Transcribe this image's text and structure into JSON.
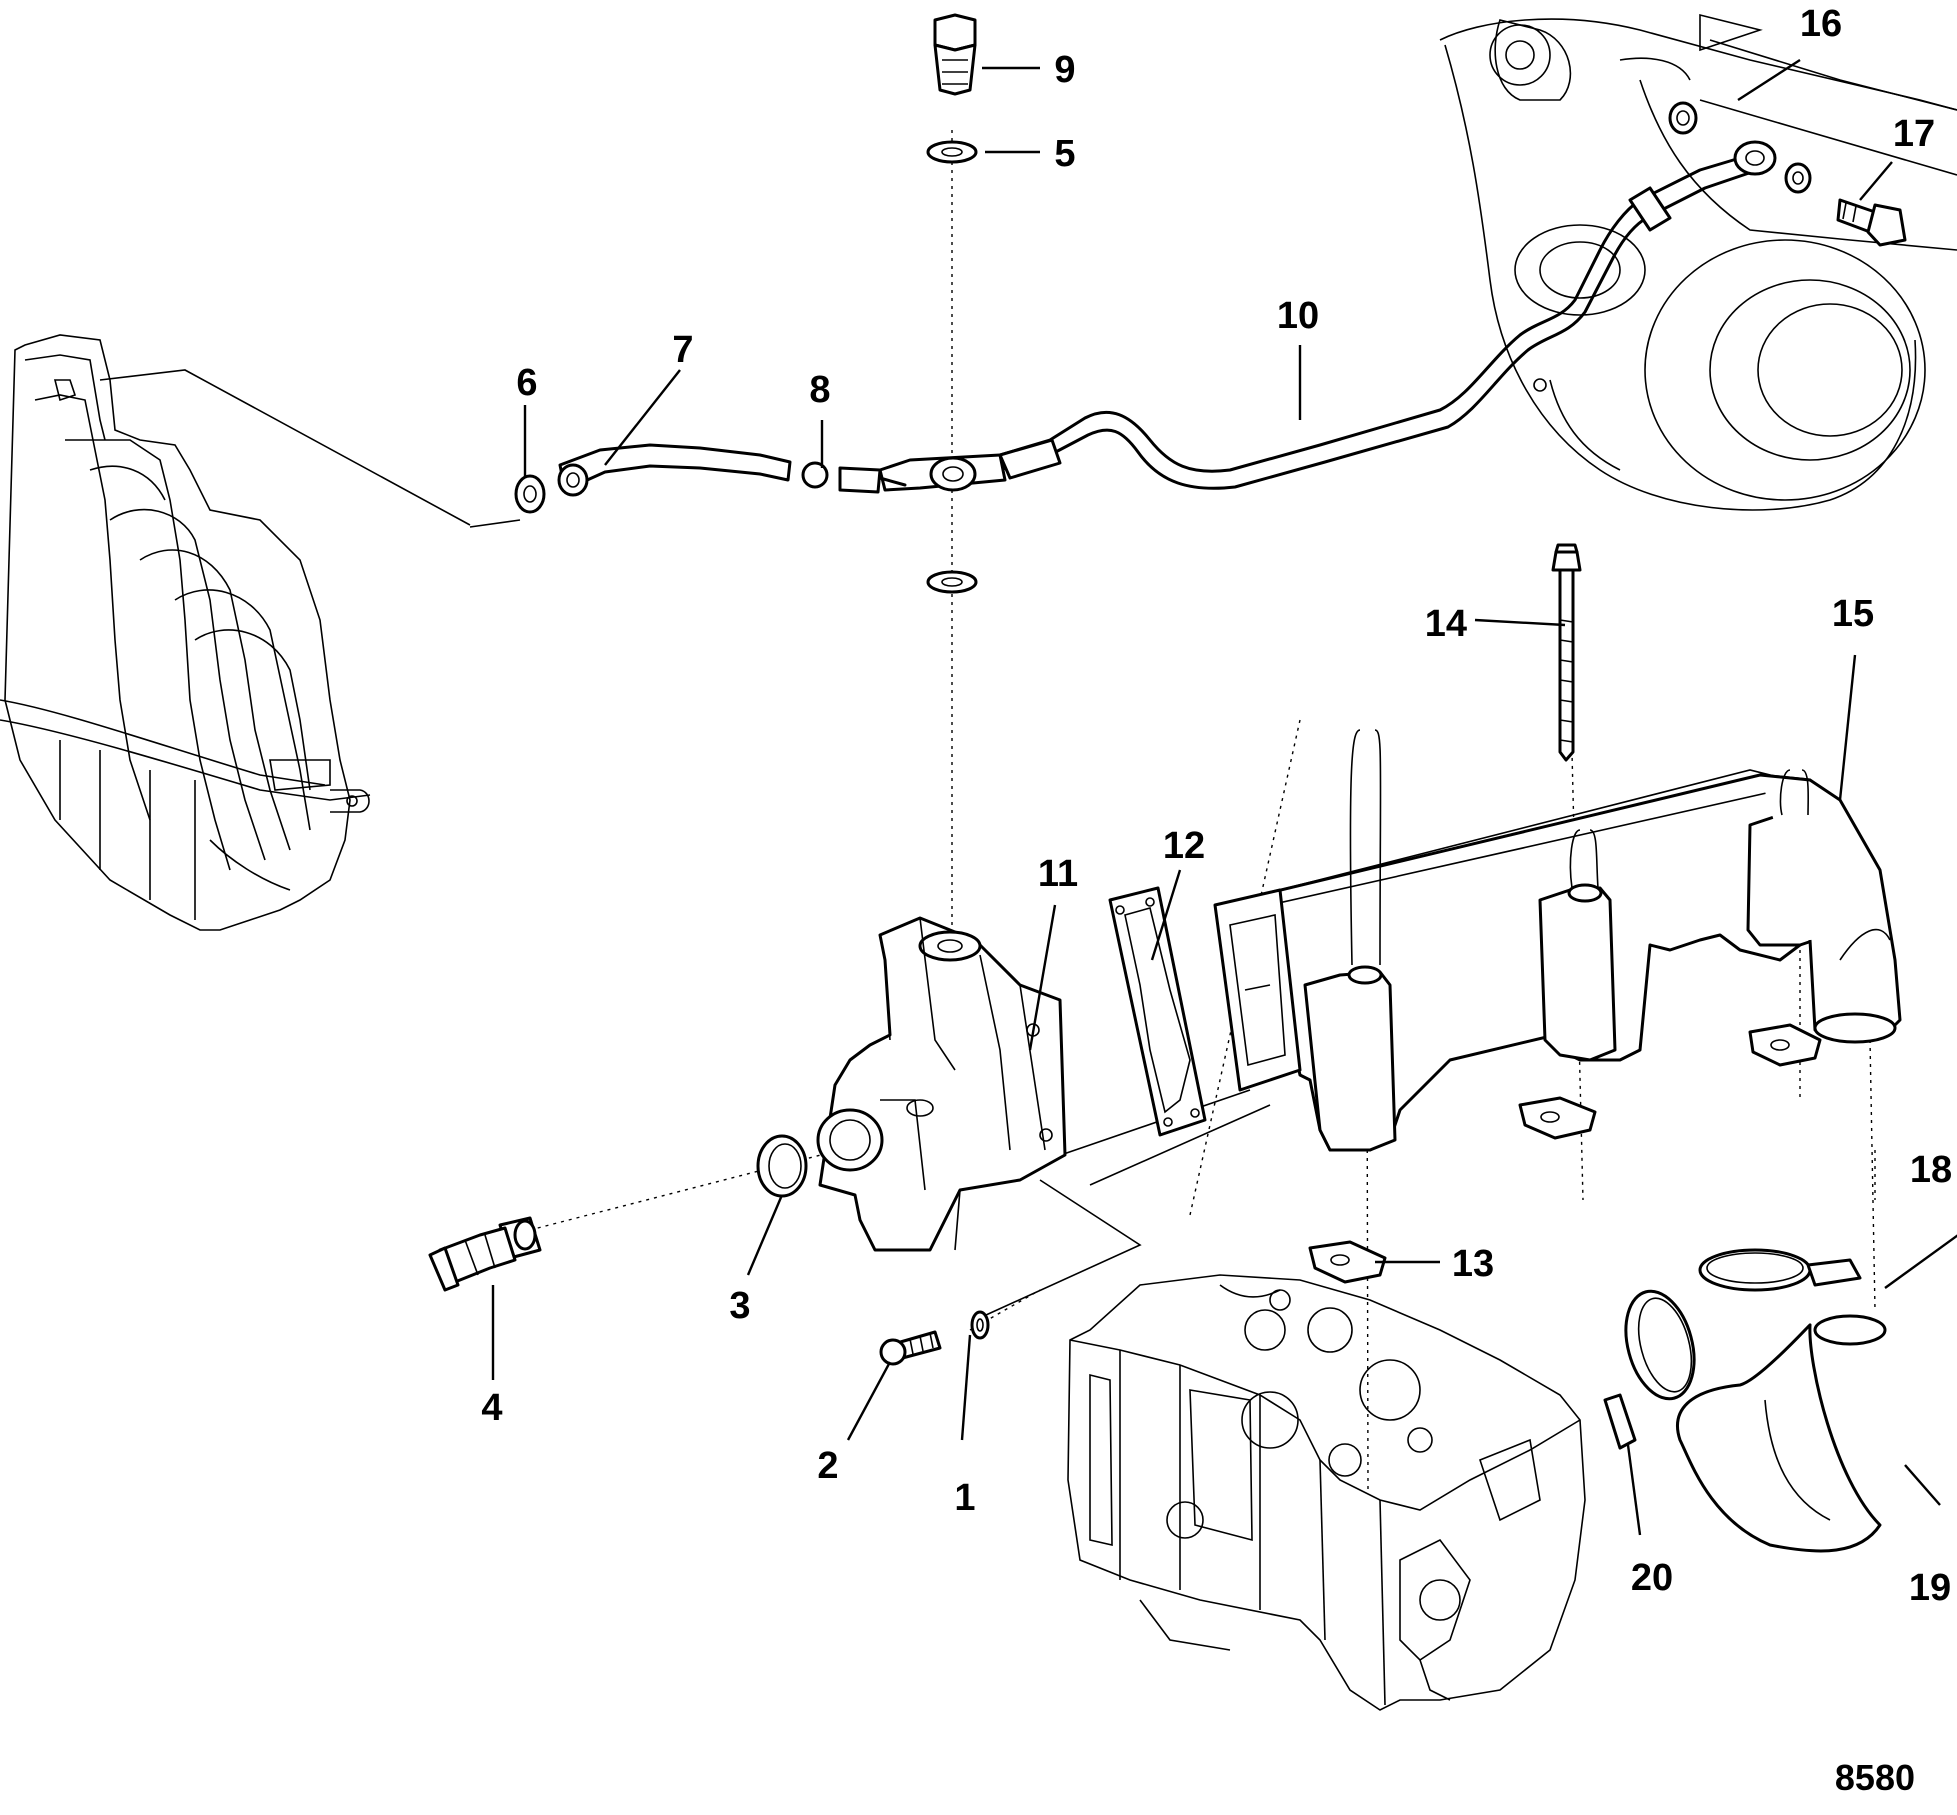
{
  "figure_id": "8580",
  "callouts": {
    "c1": "1",
    "c2": "2",
    "c3": "3",
    "c4": "4",
    "c5": "5",
    "c6": "6",
    "c7": "7",
    "c8": "8",
    "c9": "9",
    "c10": "10",
    "c11": "11",
    "c12": "12",
    "c13": "13",
    "c14": "14",
    "c15": "15",
    "c16": "16",
    "c17": "17",
    "c18": "18",
    "c19": "19",
    "c20": "20"
  }
}
